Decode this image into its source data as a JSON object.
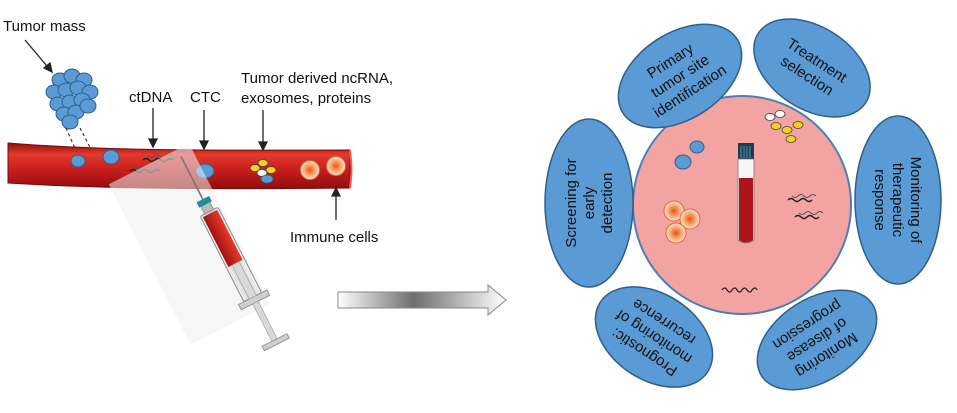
{
  "left_labels": {
    "tumor_mass": "Tumor mass",
    "ctdna": "ctDNA",
    "ctc": "CTC",
    "tumor_derived_line1": "Tumor derived ncRNA,",
    "tumor_derived_line2": "exosomes, proteins",
    "immune_cells": "Immune cells"
  },
  "applications": [
    {
      "id": "primary-site",
      "lines": [
        "Primary",
        "tumor site",
        "identification"
      ]
    },
    {
      "id": "treatment-selection",
      "lines": [
        "Treatment",
        "selection"
      ]
    },
    {
      "id": "therapeutic-response",
      "lines": [
        "Monitoring of",
        "therapeutic",
        "response"
      ]
    },
    {
      "id": "disease-progression",
      "lines": [
        "Monitoring",
        "of disease",
        "progression"
      ]
    },
    {
      "id": "recurrence",
      "lines": [
        "Prognostic:",
        "monitoring of",
        "recurrence"
      ]
    },
    {
      "id": "early-detection",
      "lines": [
        "Screening for",
        "early",
        "detection"
      ]
    }
  ],
  "colors": {
    "ellipse_fill": "#5b9bd5",
    "ellipse_stroke": "#2e5f8a",
    "center_circle": "#f4a3a3",
    "vessel": "#c81d1d",
    "vessel_dark": "#8f0d0d",
    "cell_blue": "#5b9bd5",
    "immune_orange": "#f08a4b",
    "exosome_yellow": "#f2d21b"
  },
  "icons": {
    "vessel": "blood-vessel-icon",
    "syringe": "syringe-icon",
    "tube": "blood-tube-icon",
    "arrow": "process-arrow-icon"
  }
}
